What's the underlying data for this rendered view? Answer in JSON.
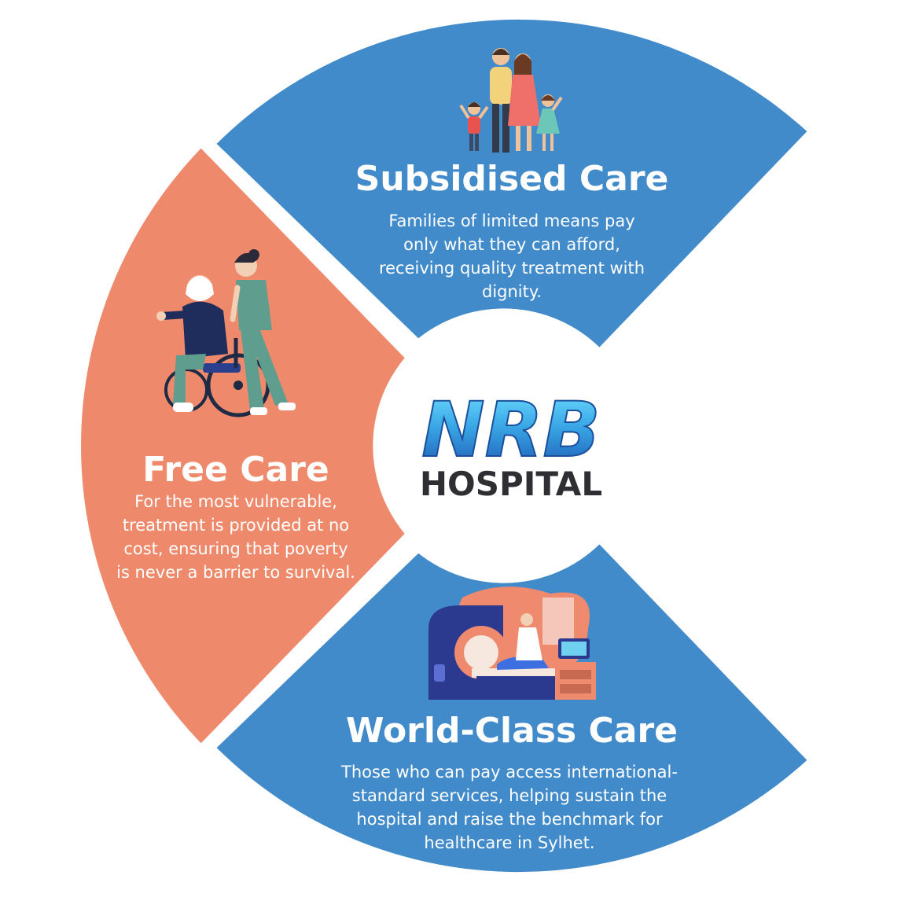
{
  "colors": {
    "blue": "#428bca",
    "coral": "#ee8a6b",
    "white": "#ffffff",
    "logo_dark": "#2f2f33",
    "logo_cyan": "#3fc7ef",
    "logo_blue": "#1e63b8"
  },
  "logo": {
    "mark": "NRB",
    "subtitle": "HOSPITAL"
  },
  "segments": {
    "subsidised": {
      "title": "Subsidised Care",
      "lines": [
        "Families of limited means pay",
        "only what they can afford,",
        "receiving quality treatment with",
        "dignity."
      ],
      "illustration": "family-illustration"
    },
    "free": {
      "title": "Free Care",
      "lines": [
        "For the most vulnerable,",
        "treatment is provided at no",
        "cost, ensuring that poverty",
        "is never a barrier to survival."
      ],
      "illustration": "nurse-wheelchair-illustration"
    },
    "world": {
      "title": "World-Class Care",
      "lines": [
        "Those who can pay access international-",
        "standard services, helping sustain the",
        "hospital and raise the benchmark for",
        "healthcare in Sylhet."
      ],
      "illustration": "mri-scanner-illustration"
    }
  }
}
